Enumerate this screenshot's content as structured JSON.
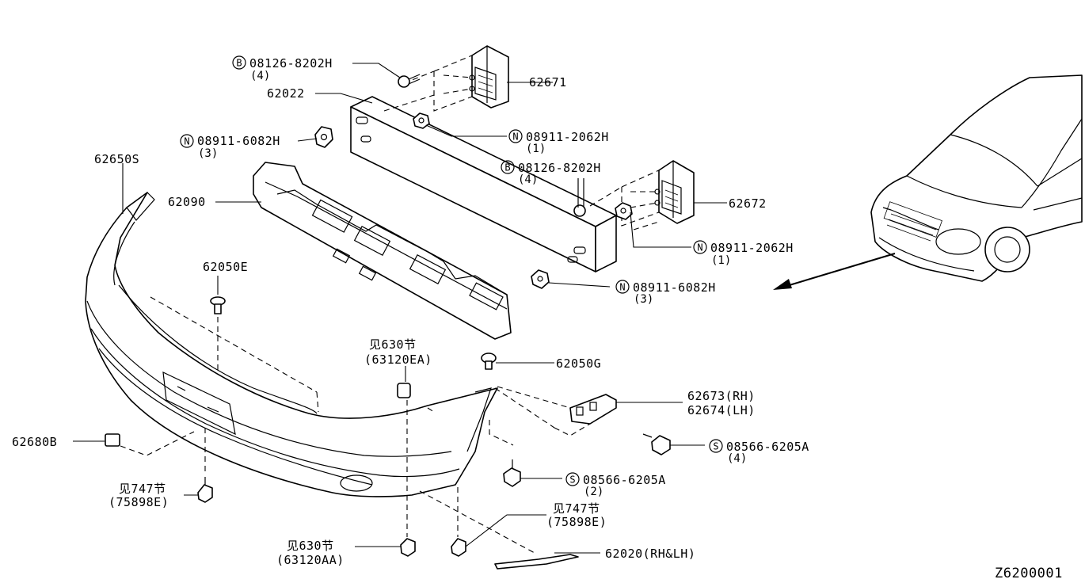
{
  "diagram_id": "Z6200001",
  "callouts": [
    {
      "key": "c_b1",
      "prefix": "B",
      "number": "08126-8202H",
      "qty": "(4)"
    },
    {
      "key": "c_62671",
      "number": "62671"
    },
    {
      "key": "c_62022",
      "number": "62022"
    },
    {
      "key": "c_n1",
      "prefix": "N",
      "number": "08911-6082H",
      "qty": "(3)"
    },
    {
      "key": "c_n2",
      "prefix": "N",
      "number": "08911-2062H",
      "qty": "(1)"
    },
    {
      "key": "c_b2",
      "prefix": "B",
      "number": "08126-8202H",
      "qty": "(4)"
    },
    {
      "key": "c_62650s",
      "number": "62650S"
    },
    {
      "key": "c_62090",
      "number": "62090"
    },
    {
      "key": "c_62672",
      "number": "62672"
    },
    {
      "key": "c_n3",
      "prefix": "N",
      "number": "08911-2062H",
      "qty": "(1)"
    },
    {
      "key": "c_n4",
      "prefix": "N",
      "number": "08911-6082H",
      "qty": "(3)"
    },
    {
      "key": "c_62050e",
      "number": "62050E"
    },
    {
      "key": "c_ref630_ea",
      "ref": "见630节",
      "number": "(63120EA)"
    },
    {
      "key": "c_62050g",
      "number": "62050G"
    },
    {
      "key": "c_62673",
      "number": "62673(RH)",
      "number2": "62674(LH)"
    },
    {
      "key": "c_62680b",
      "number": "62680B"
    },
    {
      "key": "c_s1",
      "prefix": "S",
      "number": "08566-6205A",
      "qty": "(4)"
    },
    {
      "key": "c_s2",
      "prefix": "S",
      "number": "08566-6205A",
      "qty": "(2)"
    },
    {
      "key": "c_ref747_l",
      "ref": "见747节",
      "number": "(75898E)"
    },
    {
      "key": "c_ref747_r",
      "ref": "见747节",
      "number": "(75898E)"
    },
    {
      "key": "c_ref630_aa",
      "ref": "见630节",
      "number": "(63120AA)"
    },
    {
      "key": "c_62020",
      "number": "62020(RH&LH)"
    }
  ]
}
